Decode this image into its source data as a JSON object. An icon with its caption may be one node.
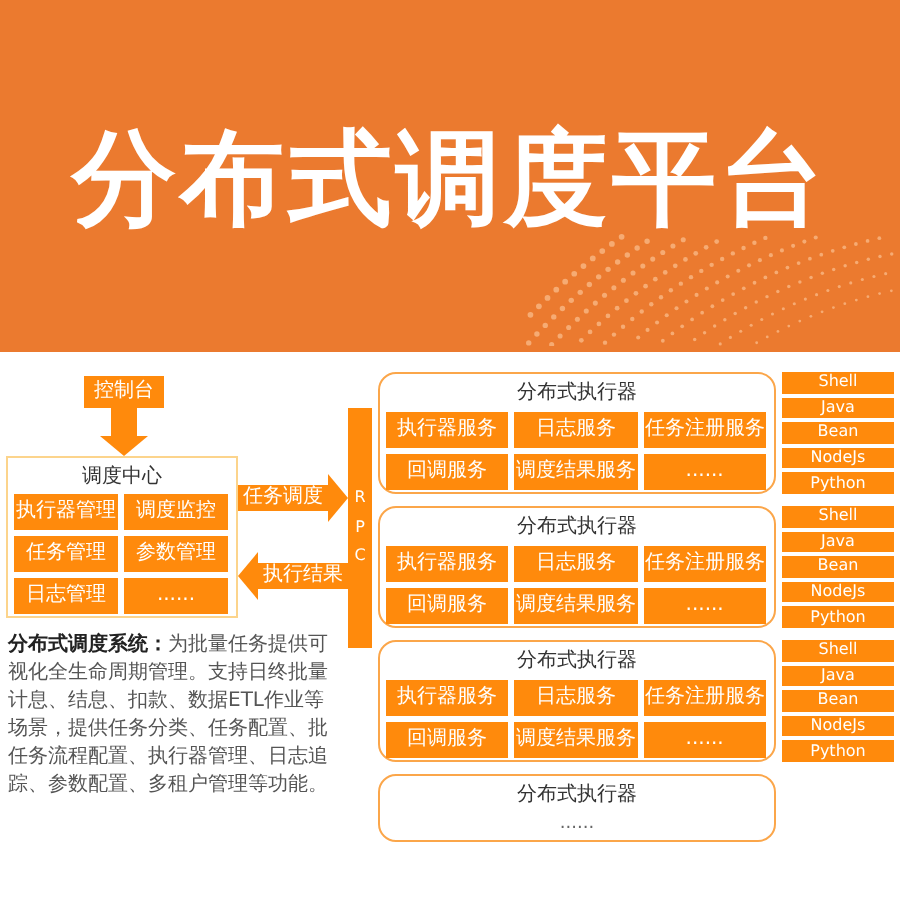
{
  "diagram": {
    "title": "分布式调度平台",
    "nodes": [
      {
        "text": [
          "控制台"
        ]
      },
      {
        "text": [
          "调度中心"
        ]
      },
      {
        "text": [
          "执行器管理"
        ],
        "in": 1
      },
      {
        "text": [
          "调度监控"
        ],
        "in": 1
      },
      {
        "text": [
          "任务管理"
        ],
        "in": 1
      },
      {
        "text": [
          "参数管理"
        ],
        "in": 1
      },
      {
        "text": [
          "日志管理"
        ],
        "in": 1
      },
      {
        "text": [
          "......"
        ],
        "in": 1
      },
      {
        "text": [
          "RPC"
        ]
      },
      {
        "text": [
          "分布式执行器"
        ]
      },
      {
        "text": [
          "执行器服务"
        ],
        "in": 9
      },
      {
        "text": [
          "日志服务"
        ],
        "in": 9
      },
      {
        "text": [
          "任务注册服务"
        ],
        "in": 9
      },
      {
        "text": [
          "回调服务"
        ],
        "in": 9
      },
      {
        "text": [
          "调度结果服务"
        ],
        "in": 9
      },
      {
        "text": [
          "......"
        ],
        "in": 9
      },
      {
        "text": [
          "分布式执行器"
        ]
      },
      {
        "text": [
          "执行器服务"
        ],
        "in": 16
      },
      {
        "text": [
          "日志服务"
        ],
        "in": 16
      },
      {
        "text": [
          "任务注册服务"
        ],
        "in": 16
      },
      {
        "text": [
          "回调服务"
        ],
        "in": 16
      },
      {
        "text": [
          "调度结果服务"
        ],
        "in": 16
      },
      {
        "text": [
          "......"
        ],
        "in": 16
      },
      {
        "text": [
          "分布式执行器"
        ]
      },
      {
        "text": [
          "执行器服务"
        ],
        "in": 23
      },
      {
        "text": [
          "日志服务"
        ],
        "in": 23
      },
      {
        "text": [
          "任务注册服务"
        ],
        "in": 23
      },
      {
        "text": [
          "回调服务"
        ],
        "in": 23
      },
      {
        "text": [
          "调度结果服务"
        ],
        "in": 23
      },
      {
        "text": [
          "......"
        ],
        "in": 23
      },
      {
        "text": [
          "分布式执行器",
          "......"
        ]
      },
      {
        "text": [
          "Shell"
        ]
      },
      {
        "text": [
          "Java"
        ]
      },
      {
        "text": [
          "Bean"
        ]
      },
      {
        "text": [
          "NodeJs"
        ]
      },
      {
        "text": [
          "Python"
        ]
      },
      {
        "text": [
          "Shell"
        ]
      },
      {
        "text": [
          "Java"
        ]
      },
      {
        "text": [
          "Bean"
        ]
      },
      {
        "text": [
          "NodeJs"
        ]
      },
      {
        "text": [
          "Python"
        ]
      },
      {
        "text": [
          "Shell"
        ]
      },
      {
        "text": [
          "Java"
        ]
      },
      {
        "text": [
          "Bean"
        ]
      },
      {
        "text": [
          "NodeJs"
        ]
      },
      {
        "text": [
          "Python"
        ]
      }
    ],
    "edges": [
      {
        "from": 0,
        "to": 1,
        "arrow": "to"
      },
      {
        "from": 1,
        "to": 8,
        "arrow": "to",
        "label": "任务调度"
      },
      {
        "from": 8,
        "to": 1,
        "arrow": "to",
        "label": "执行结果"
      }
    ],
    "labels": [
      "**分布式调度系统：**为批量任务提供可视化全生命周期管理。支持日终批量计息、结息、扣款、数据ETL作业等场景，提供任务分类、任务配置、批任务流程配置、执行器管理、日志追踪、参数配置、多租户管理等功能。"
    ]
  }
}
